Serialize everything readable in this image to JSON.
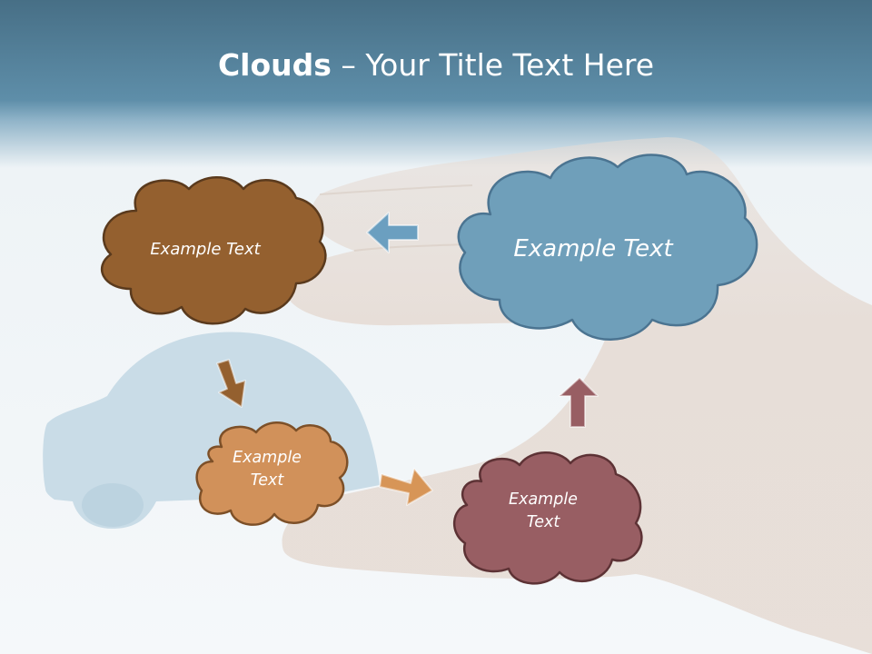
{
  "title": {
    "bold": "Clouds",
    "dash": " – ",
    "rest": "Your Title Text Here"
  },
  "clouds": [
    {
      "name": "brown",
      "text": "Example Text",
      "color": "#94602f"
    },
    {
      "name": "blue",
      "text": "Example Text",
      "color": "#6f9fba"
    },
    {
      "name": "tan",
      "text": "Example\nText",
      "color": "#d1915a"
    },
    {
      "name": "maroon",
      "text": "Example\nText",
      "color": "#985e63"
    }
  ],
  "arrows": [
    {
      "name": "arrow-left-icon",
      "color": "#6b9fc0"
    },
    {
      "name": "arrow-down-icon",
      "color": "#94602f"
    },
    {
      "name": "arrow-right-icon",
      "color": "#d79557"
    },
    {
      "name": "arrow-up-icon",
      "color": "#985e63"
    }
  ]
}
